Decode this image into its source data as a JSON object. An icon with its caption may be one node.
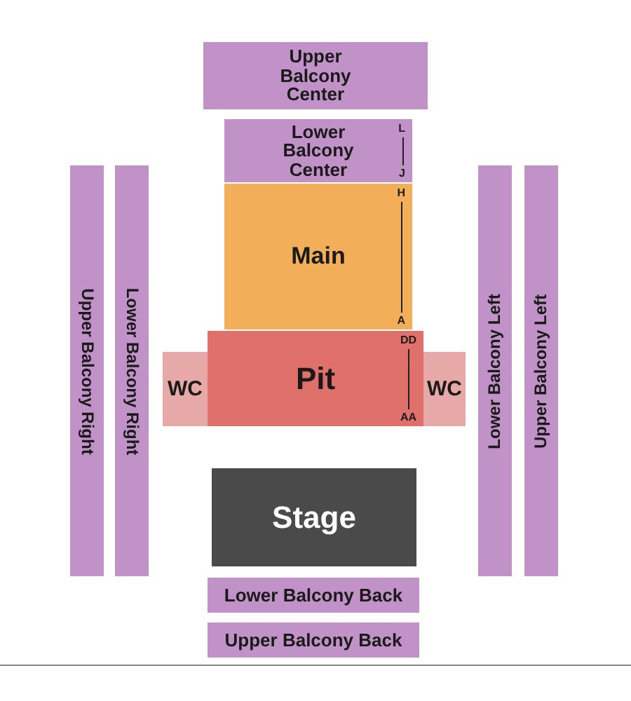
{
  "diagram": {
    "nodes": [
      {
        "text": [
          "Upper Balcony Center"
        ]
      },
      {
        "text": [
          "Lower Balcony Center",
          "L",
          "J"
        ]
      },
      {
        "text": [
          "Main",
          "H",
          "A"
        ]
      },
      {
        "text": [
          "Pit",
          "DD",
          "AA"
        ]
      },
      {
        "text": [
          "WC"
        ]
      },
      {
        "text": [
          "WC"
        ]
      },
      {
        "text": [
          "Upper Balcony Right"
        ]
      },
      {
        "text": [
          "Lower Balcony Right"
        ]
      },
      {
        "text": [
          "Lower Balcony Left"
        ]
      },
      {
        "text": [
          "Upper Balcony Left"
        ]
      },
      {
        "text": [
          "Stage"
        ]
      },
      {
        "text": [
          "Lower Balcony Back"
        ]
      },
      {
        "text": [
          "Upper Balcony Back"
        ]
      }
    ]
  }
}
